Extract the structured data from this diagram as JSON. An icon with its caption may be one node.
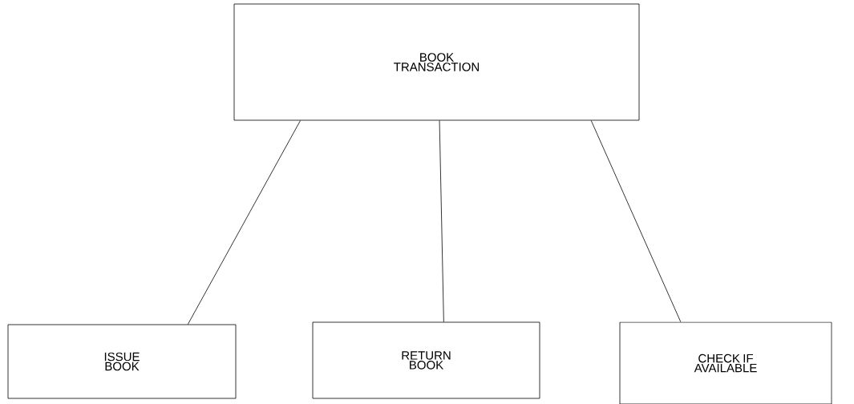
{
  "diagram": {
    "nodes": [
      {
        "text": [
          "BOOK TRANSACTION"
        ]
      },
      {
        "text": [
          "ISSUE BOOK"
        ]
      },
      {
        "text": [
          "RETURN BOOK"
        ]
      },
      {
        "text": [
          "CHECK IF AVAILABLE"
        ]
      }
    ],
    "edges": [
      {
        "from": 0,
        "to": 1,
        "arrow": "none"
      },
      {
        "from": 0,
        "to": 2,
        "arrow": "none"
      },
      {
        "from": 0,
        "to": 3,
        "arrow": "none"
      }
    ]
  }
}
